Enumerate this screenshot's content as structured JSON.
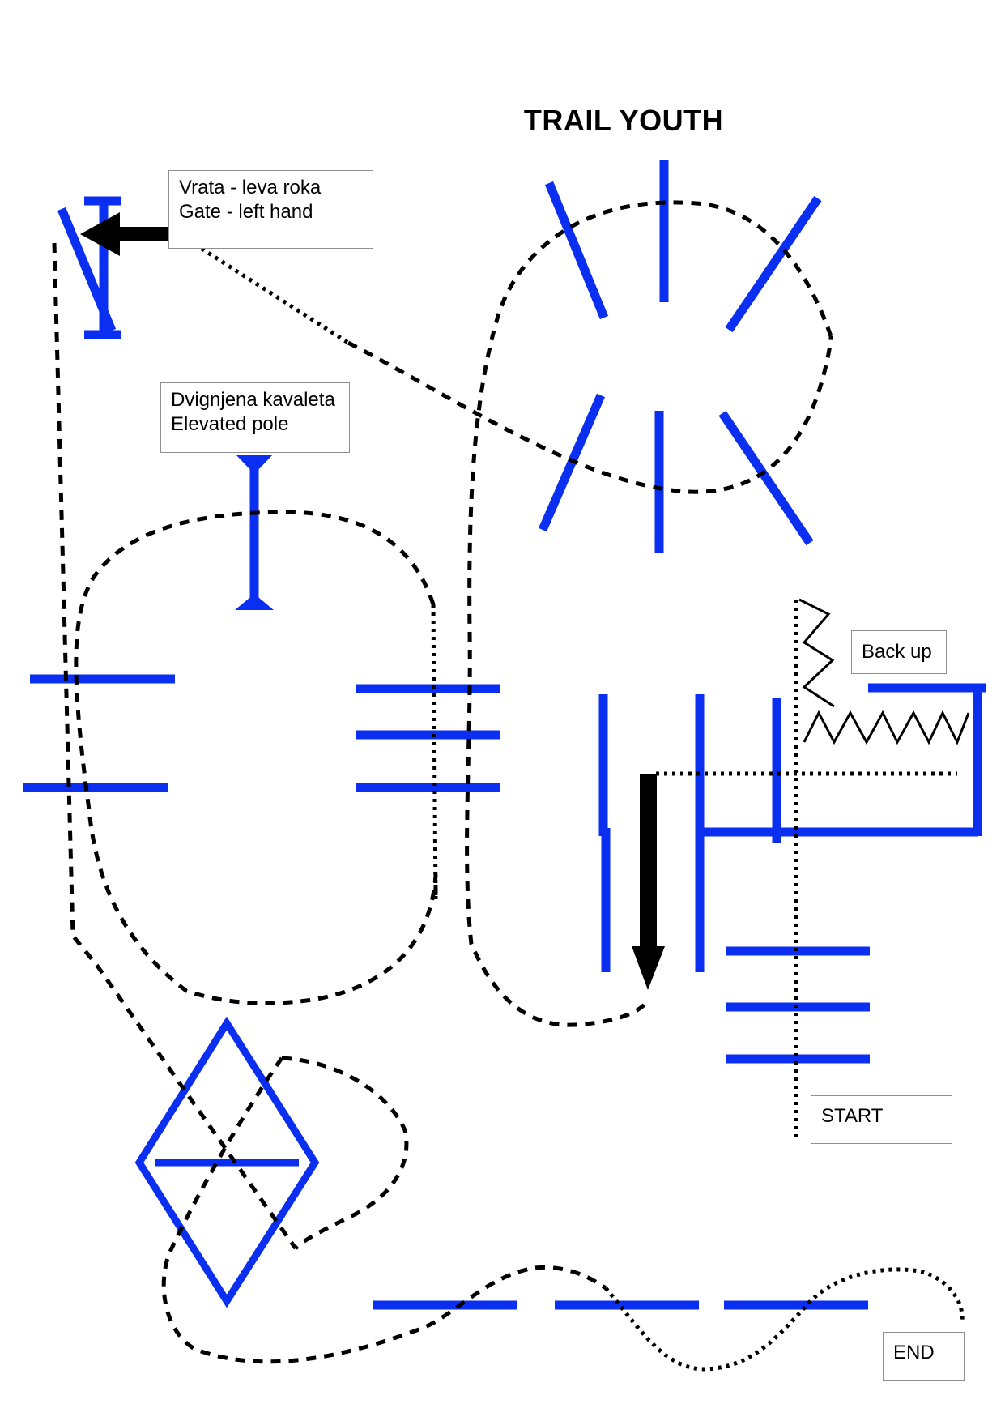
{
  "title": "TRAIL YOUTH",
  "labels": {
    "gate": [
      "Vrata - leva roka",
      "Gate -  left hand"
    ],
    "elevated": [
      "Dvignjena kavaleta",
      "Elevated pole"
    ],
    "backup": "Back up",
    "start": "START",
    "end": "END"
  },
  "colors": {
    "obstacle": "#0a2ff0",
    "path": "#000000"
  }
}
